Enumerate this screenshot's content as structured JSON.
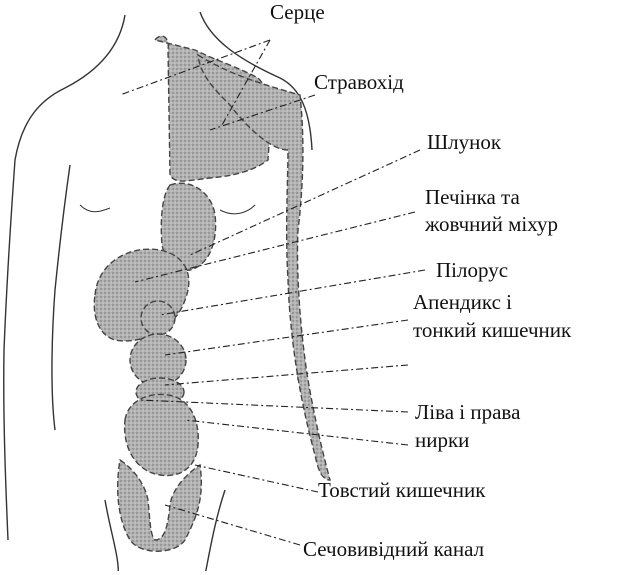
{
  "labels": {
    "heart": "Серце",
    "esophagus": "Стравохід",
    "stomach": "Шлунок",
    "liver_line1": "Печінка та",
    "liver_line2": "жовчний міхур",
    "pylorus": "Пілорус",
    "appendix_line1": "Апендикс і",
    "appendix_line2": "тонкий кишечник",
    "kidneys_line1": "Ліва і права",
    "kidneys_line2": "нирки",
    "large_intestine": "Товстий кишечник",
    "urethra": "Сечовивідний канал"
  },
  "colors": {
    "ink": "#111111",
    "shading": "#9a9a9a"
  }
}
